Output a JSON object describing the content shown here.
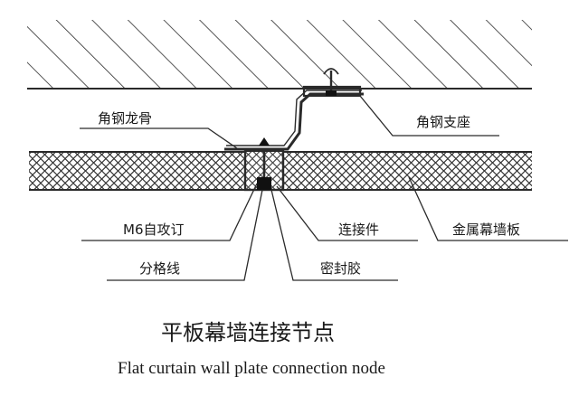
{
  "labels": {
    "angle_keel": "角钢龙骨",
    "angle_support": "角钢支座",
    "self_tapping_screw": "M6自攻订",
    "connector": "连接件",
    "metal_curtain_panel": "金属幕墙板",
    "dividing_line": "分格线",
    "sealant": "密封胶"
  },
  "caption": {
    "title_cn": "平板幕墙连接节点",
    "title_en": "Flat curtain wall plate connection node"
  },
  "colors": {
    "line": "#2a2a2a",
    "panel_fill": "#ffffff",
    "background": "#ffffff"
  }
}
